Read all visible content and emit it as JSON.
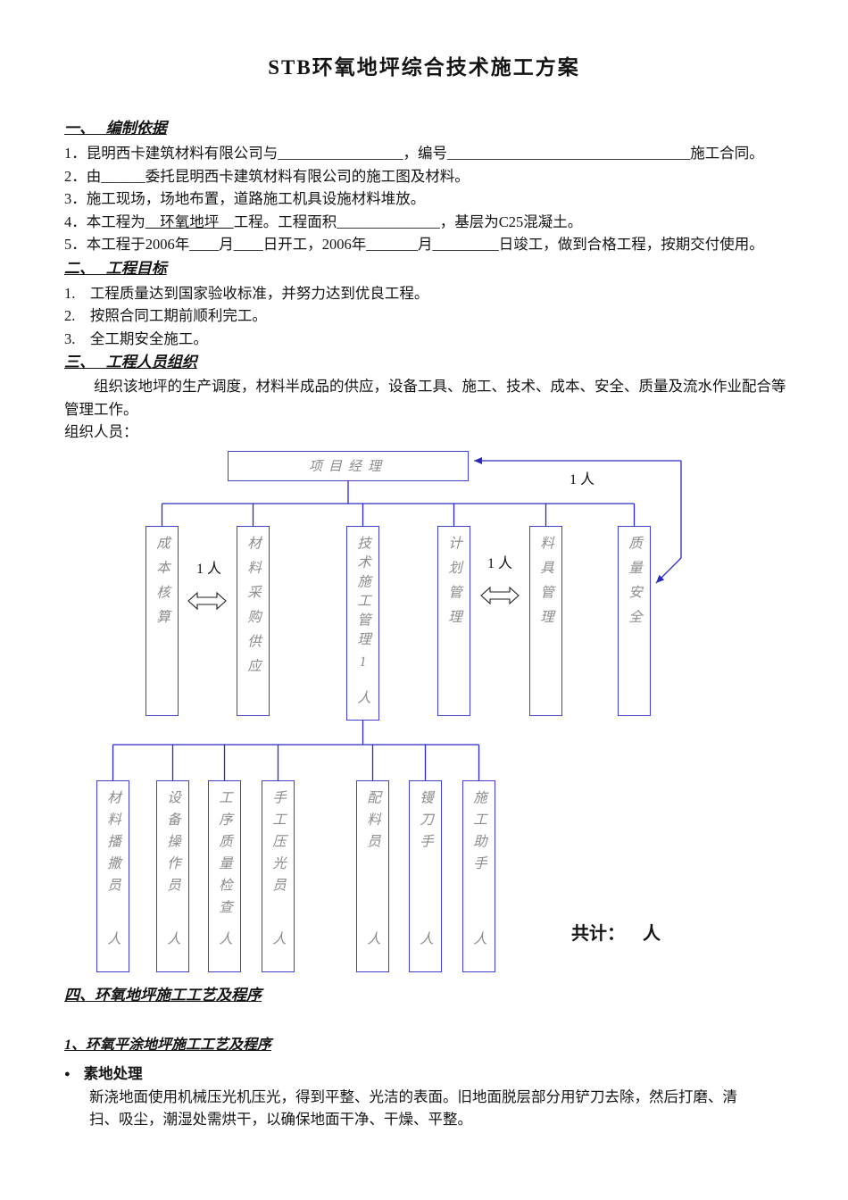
{
  "colors": {
    "chart-line": "#2a2ac0",
    "box-border": "#4040c8",
    "box-text": "#8c8c8c"
  },
  "title": "STB环氧地坪综合技术施工方案",
  "s1": {
    "heading": "一、　 编制依据",
    "item1": "1．昆明西卡建筑材料有限公司与_________________，编号_________________________________施工合同。",
    "item2": "2．由______委托昆明西卡建筑材料有限公司的施工图及材料。",
    "item3": "3．施工现场，场地布置，道路施工机具设施材料堆放。",
    "item4_pre": "4．本工程为",
    "item4_underlined": "　环氧地坪　",
    "item4_post": "工程。工程面积______________，基层为C25混凝土。",
    "item5": "5．本工程于2006年____月____日开工，2006年_______月_________日竣工，做到合格工程，按期交付使用。"
  },
  "s2": {
    "heading": "二、　 工程目标",
    "item1": "1.　工程质量达到国家验收标准，并努力达到优良工程。",
    "item2": "2.　按照合同工期前顺利完工。",
    "item3": "3.　全工期安全施工。"
  },
  "s3": {
    "heading": "三、　 工程人员组织",
    "para": "组织该地坪的生产调度，材料半成品的供应，设备工具、施工、技术、成本、安全、质量及流水作业配合等管理工作。",
    "label": "组织人员："
  },
  "chart": {
    "top_label": "项目经理",
    "top_count": "1 人",
    "pair1_count": "1 人",
    "pair2_count": "1 人",
    "level2": [
      {
        "label": "成本核算",
        "suffix": ""
      },
      {
        "label": "材料采购供应",
        "suffix": ""
      },
      {
        "label": "技术施工管理",
        "suffix": "1 人"
      },
      {
        "label": "计划管理",
        "suffix": ""
      },
      {
        "label": "料具管理",
        "suffix": ""
      },
      {
        "label": "质量安全",
        "suffix": ""
      }
    ],
    "level3": [
      {
        "label": "材料播撒员",
        "suffix": "人"
      },
      {
        "label": "设备操作员",
        "suffix": "人"
      },
      {
        "label": "工序质量检查",
        "suffix": "人"
      },
      {
        "label": "手工压光员",
        "suffix": "人"
      },
      {
        "label": "配料员",
        "suffix": "人"
      },
      {
        "label": "镘刀手",
        "suffix": "人"
      },
      {
        "label": "施工助手",
        "suffix": "人"
      }
    ],
    "total": "共计：　  人"
  },
  "s4": {
    "heading": "四、环氧地坪施工工艺及程序",
    "sub1_heading": "1、环氧平涂地坪施工工艺及程序",
    "bullet_glyph": "●",
    "bullet1_title": "素地处理",
    "bullet1_text": "新浇地面使用机械压光机压光，得到平整、光洁的表面。旧地面脱层部分用铲刀去除，然后打磨、清扫、吸尘，潮湿处需烘干，以确保地面干净、干燥、平整。"
  }
}
